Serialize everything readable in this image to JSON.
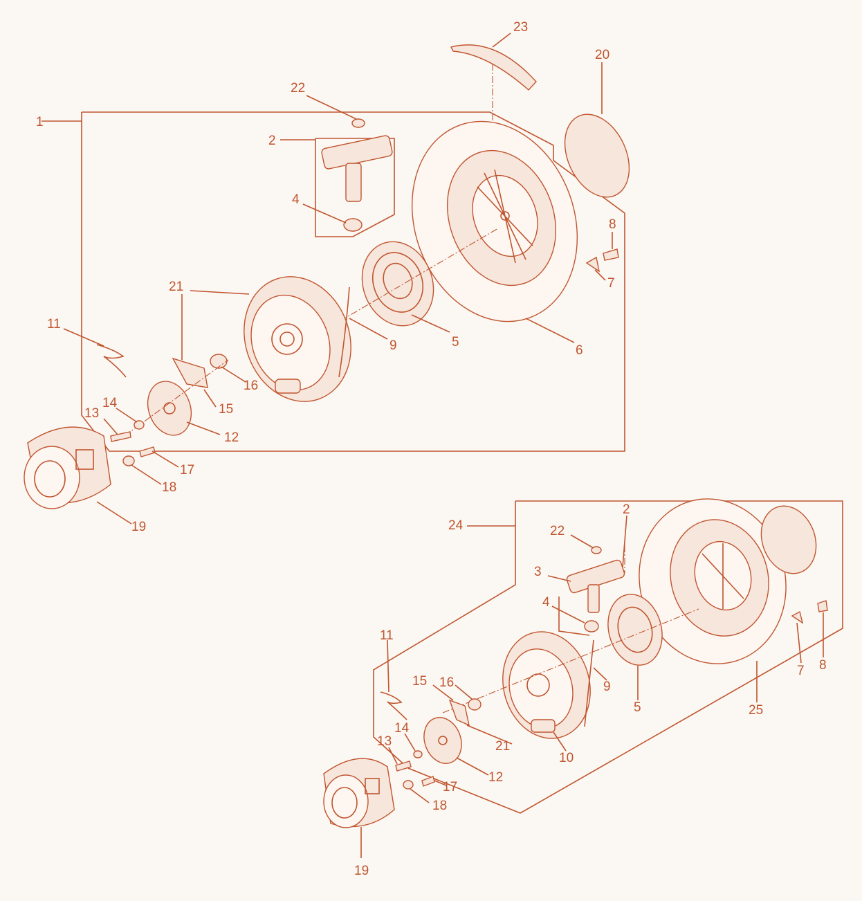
{
  "colors": {
    "accent": "#c0552f",
    "background": "#fbf7f2",
    "part_fill": "#f7e6dc"
  },
  "assembly_top": {
    "callouts": {
      "c1": "1",
      "c2": "2",
      "c4": "4",
      "c5": "5",
      "c6": "6",
      "c7": "7",
      "c8": "8",
      "c9": "9",
      "c11": "11",
      "c12": "12",
      "c13": "13",
      "c14": "14",
      "c15": "15",
      "c16": "16",
      "c17": "17",
      "c18": "18",
      "c19": "19",
      "c20": "20",
      "c21": "21",
      "c22": "22",
      "c23": "23"
    }
  },
  "assembly_bottom": {
    "callouts": {
      "c2": "2",
      "c3": "3",
      "c4": "4",
      "c5": "5",
      "c7": "7",
      "c8": "8",
      "c9": "9",
      "c10": "10",
      "c11": "11",
      "c12": "12",
      "c13": "13",
      "c14": "14",
      "c15": "15",
      "c16": "16",
      "c17": "17",
      "c18": "18",
      "c19": "19",
      "c21": "21",
      "c22": "22",
      "c24": "24",
      "c25": "25"
    }
  }
}
